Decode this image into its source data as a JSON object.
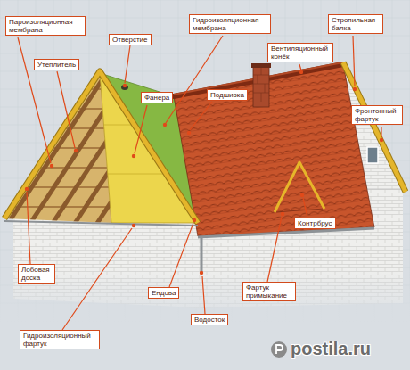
{
  "diagram": {
    "labels": [
      "Пароизоляционная мембрана",
      "Отверстие",
      "Гидроизоляционная мембрана",
      "Стропильная балка",
      "Утеплитель",
      "Вентиляционный конёк",
      "Фанера",
      "Подшивка",
      "Фронтонный фартук",
      "Контрбрус",
      "Лобовая доска",
      "Фартук примыкание",
      "Ендова",
      "Водосток",
      "Гидроизоляционный фартук",
      "postila.ru"
    ]
  }
}
